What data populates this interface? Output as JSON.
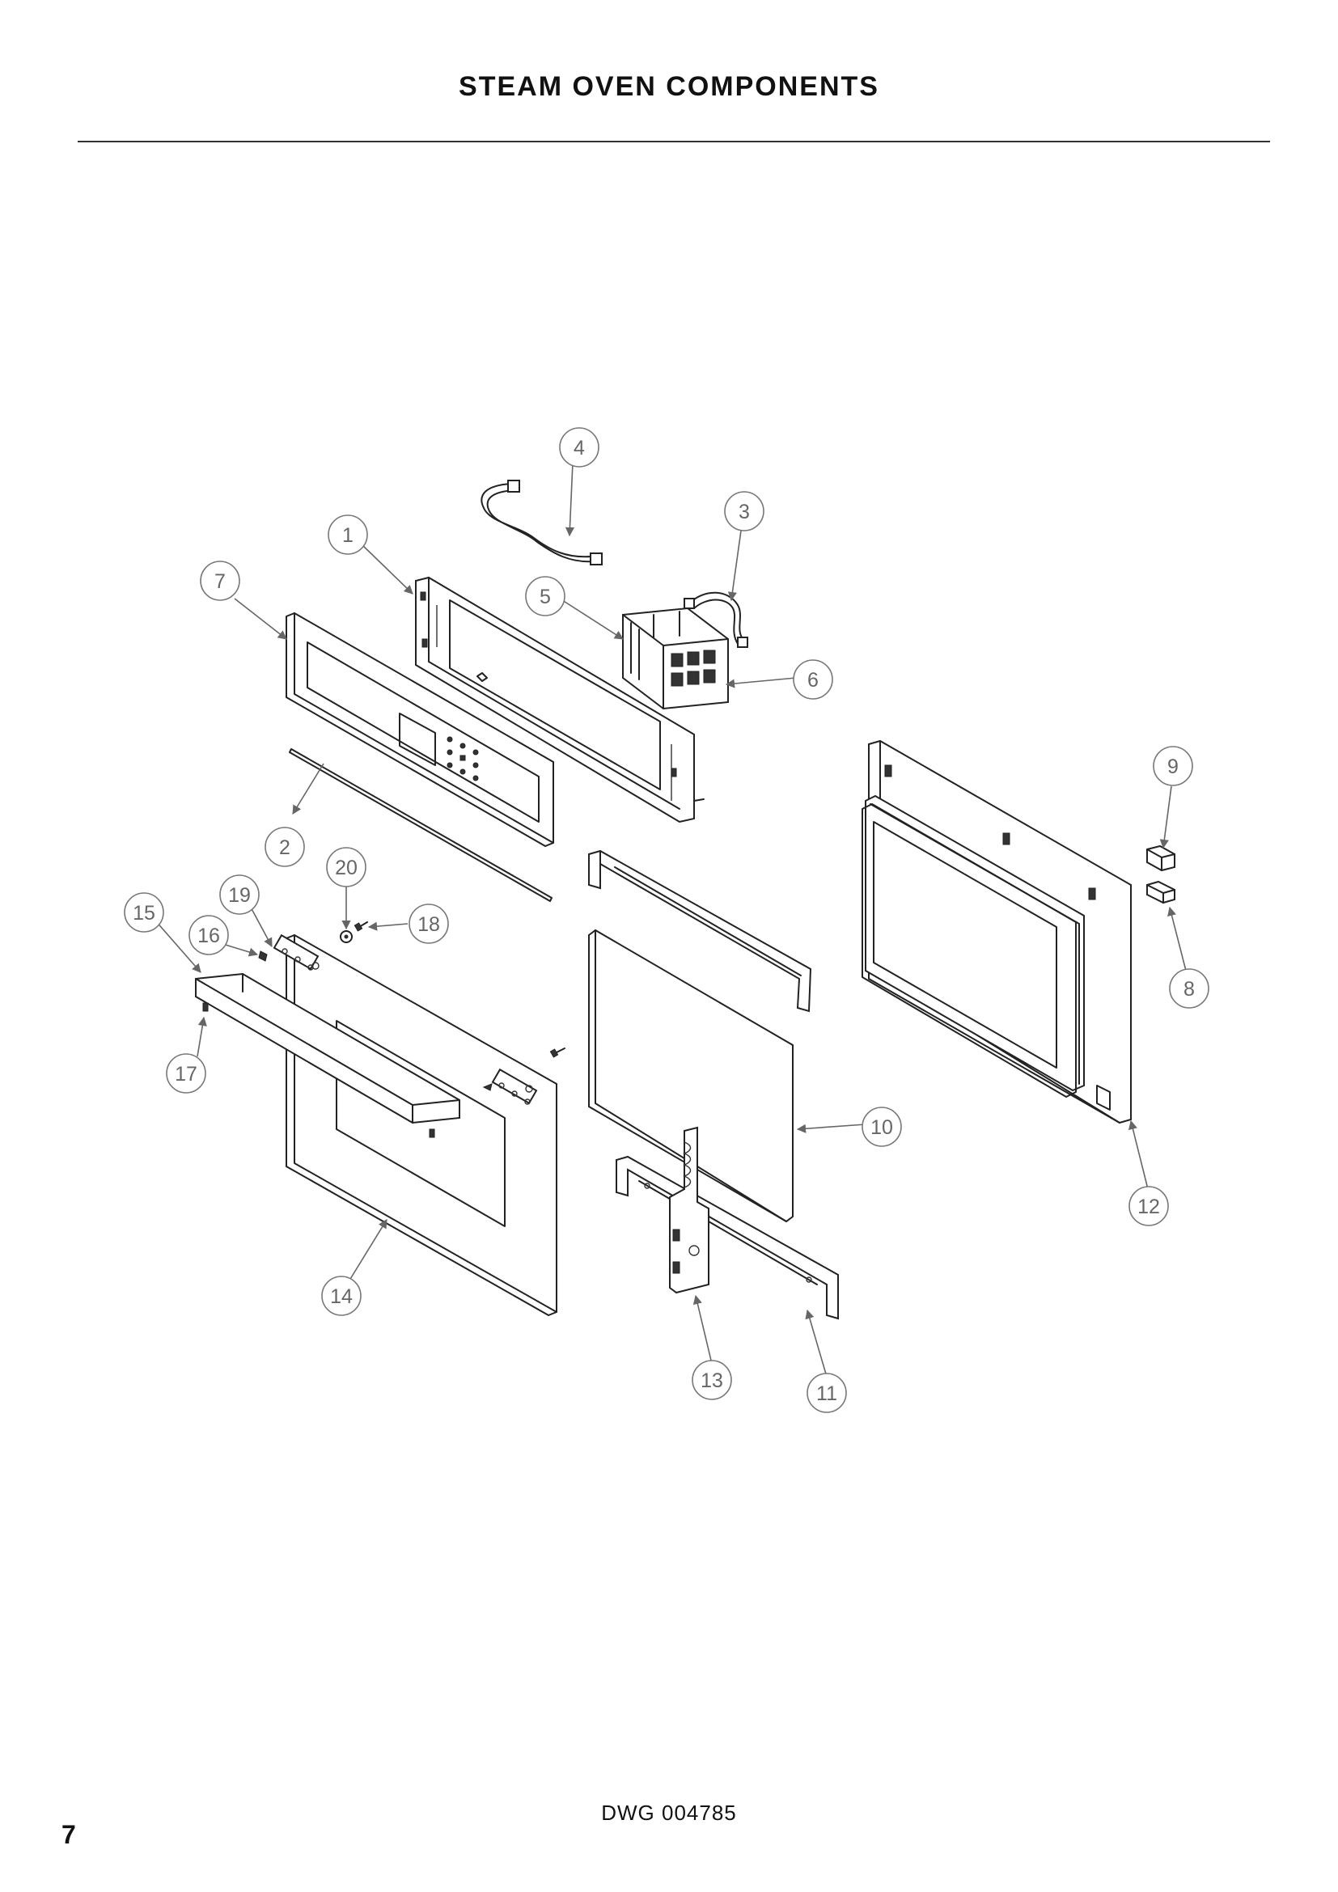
{
  "header": {
    "title": "STEAM OVEN COMPONENTS"
  },
  "diagram": {
    "callouts": [
      {
        "label": "1"
      },
      {
        "label": "2"
      },
      {
        "label": "3"
      },
      {
        "label": "4"
      },
      {
        "label": "5"
      },
      {
        "label": "6"
      },
      {
        "label": "7"
      },
      {
        "label": "8"
      },
      {
        "label": "9"
      },
      {
        "label": "10"
      },
      {
        "label": "11"
      },
      {
        "label": "12"
      },
      {
        "label": "13"
      },
      {
        "label": "14"
      },
      {
        "label": "15"
      },
      {
        "label": "16"
      },
      {
        "label": "17"
      },
      {
        "label": "18"
      },
      {
        "label": "19"
      },
      {
        "label": "20"
      }
    ]
  },
  "footer": {
    "drawing_number": "DWG 004785",
    "page_number": "7"
  }
}
